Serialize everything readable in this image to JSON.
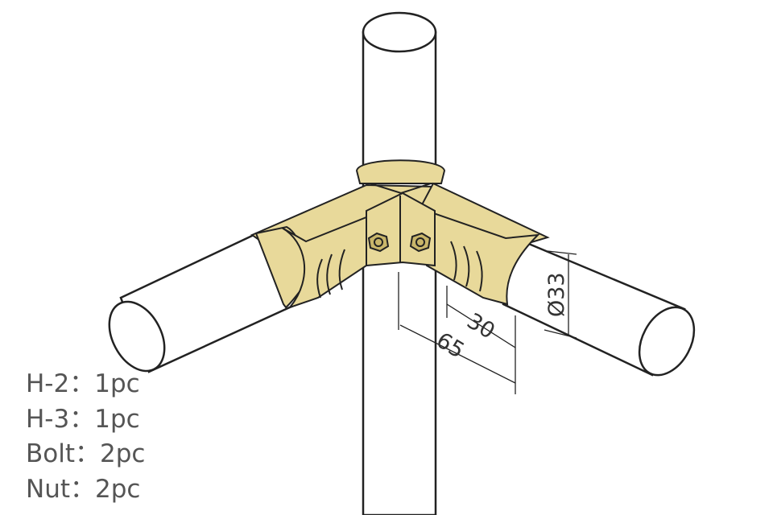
{
  "colors": {
    "brass": "#e8d99a",
    "brass_shade": "#c9b66a",
    "outline": "#222222",
    "pipe": "#ffffff",
    "label_text": "#555555"
  },
  "dimensions": {
    "width_30": "30",
    "width_65": "65",
    "diameter": "Ø33"
  },
  "parts": [
    {
      "label": "H-2：1pc"
    },
    {
      "label": "H-3：1pc"
    },
    {
      "label": "Bolt：2pc"
    },
    {
      "label": "Nut：2pc"
    }
  ]
}
